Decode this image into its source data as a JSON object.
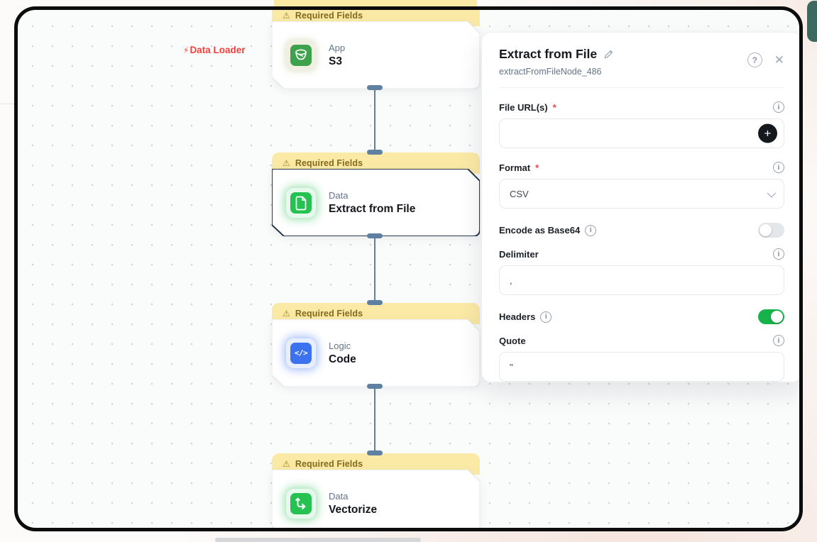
{
  "canvas": {
    "data_loader_label": "Data Loader",
    "required_fields_label": "Required Fields",
    "nodes": [
      {
        "category": "App",
        "title": "S3"
      },
      {
        "category": "Data",
        "title": "Extract from File"
      },
      {
        "category": "Logic",
        "title": "Code"
      },
      {
        "category": "Data",
        "title": "Vectorize"
      }
    ]
  },
  "panel": {
    "title": "Extract from File",
    "subtitle": "extractFromFileNode_486",
    "fields": {
      "file_urls": {
        "label": "File URL(s)",
        "required": "*",
        "value": ""
      },
      "format": {
        "label": "Format",
        "required": "*",
        "value": "CSV"
      },
      "encode_base64": {
        "label": "Encode as Base64",
        "state": "off"
      },
      "delimiter": {
        "label": "Delimiter",
        "value": ","
      },
      "headers": {
        "label": "Headers",
        "state": "on"
      },
      "quote": {
        "label": "Quote",
        "value": "\""
      }
    }
  },
  "icons": {
    "warning": "⚠",
    "lightning": "⚡",
    "question": "?",
    "close": "✕",
    "info": "i",
    "plus": "+",
    "code_glyph": "</>"
  },
  "colors": {
    "banner_bg": "#fbeaa6",
    "banner_text": "#85691c",
    "accent_red": "#f4413e",
    "toggle_on": "#17b34a",
    "node_green": "#25c252",
    "node_green_dark": "#3da24b",
    "node_blue": "#3c72f0",
    "connector": "#5e80a2",
    "selected_border": "#2b3950",
    "frame": "#0c0c0d"
  }
}
